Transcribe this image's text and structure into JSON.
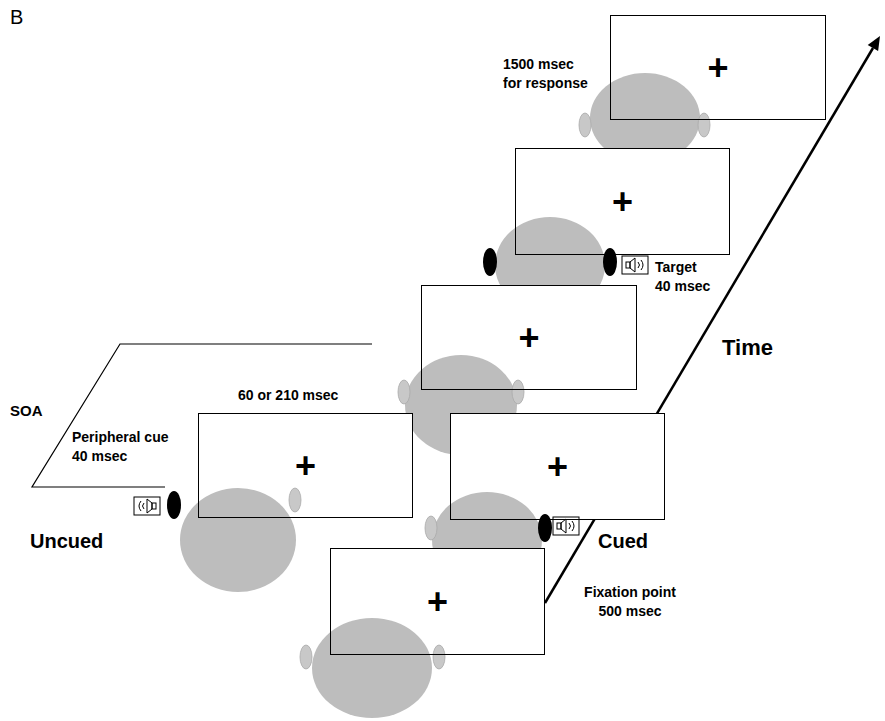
{
  "diagram": {
    "nodes": [
      {
        "text": [
          "+"
        ]
      },
      {
        "text": [
          "+"
        ]
      },
      {
        "text": [
          "+"
        ]
      },
      {
        "text": [
          "+"
        ]
      },
      {
        "text": [
          "+"
        ]
      },
      {
        "text": [
          "+"
        ]
      }
    ],
    "labels": [
      "B",
      "1500 msec for response",
      "Target 40 msec",
      "Time",
      "SOA",
      "60 or 210 msec",
      "Peripheral cue 40 msec",
      "Uncued",
      "Cued",
      "Fixation point 500 msec"
    ]
  }
}
